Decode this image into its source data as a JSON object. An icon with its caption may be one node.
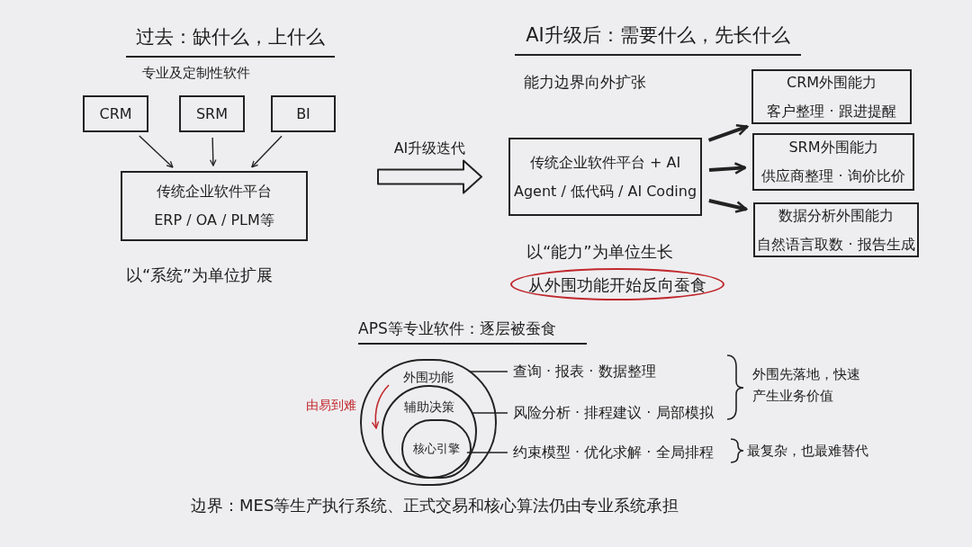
{
  "diagram": {
    "nodes": [
      {
        "text": [
          "CRM"
        ]
      },
      {
        "text": [
          "SRM"
        ]
      },
      {
        "text": [
          "BI"
        ]
      },
      {
        "text": [
          "传统企业软件平台",
          "ERP / OA / PLM等"
        ]
      },
      {
        "text": [
          "传统企业软件平台 + AI",
          "Agent / 低代码 / AI Coding"
        ]
      },
      {
        "text": [
          "CRM外围能力",
          "客户整理 · 跟进提醒"
        ]
      },
      {
        "text": [
          "SRM外围能力",
          "供应商整理 · 询价比价"
        ]
      },
      {
        "text": [
          "数据分析外围能力",
          "自然语言取数 · 报告生成"
        ]
      },
      {
        "text": [
          "从外围功能开始反向蚕食"
        ]
      },
      {
        "text": [
          "外围功能"
        ]
      },
      {
        "text": [
          "辅助决策"
        ],
        "in": 9
      },
      {
        "text": [
          "核心引擎"
        ],
        "in": 10
      },
      {
        "text": [
          "查询 · 报表 · 数据整理"
        ]
      },
      {
        "text": [
          "风险分析 · 排程建议 · 局部模拟"
        ]
      },
      {
        "text": [
          "约束模型 · 优化求解 · 全局排程"
        ]
      }
    ],
    "edges": [
      {
        "from": 0,
        "to": 3,
        "arrow": "to"
      },
      {
        "from": 1,
        "to": 3,
        "arrow": "to"
      },
      {
        "from": 2,
        "to": 3,
        "arrow": "to"
      },
      {
        "from": 3,
        "to": 4,
        "arrow": "to",
        "label": "AI升级迭代",
        "style": "thick"
      },
      {
        "from": 4,
        "to": 5,
        "arrow": "to",
        "style": "thick"
      },
      {
        "from": 4,
        "to": 6,
        "arrow": "to",
        "style": "thick"
      },
      {
        "from": 4,
        "to": 7,
        "arrow": "to",
        "style": "thick"
      },
      {
        "from": 9,
        "to": 12,
        "arrow": "none"
      },
      {
        "from": 10,
        "to": 13,
        "arrow": "none"
      },
      {
        "from": 11,
        "to": 14,
        "arrow": "none"
      }
    ],
    "labels": [
      "过去：缺什么，上什么",
      "AI升级后：需要什么，先长什么",
      "专业及定制性软件",
      "能力边界向外扩张",
      "以“系统”为单位扩展",
      "以“能力”为单位生长",
      "APS等专业软件：逐层被蚕食",
      "由易到难",
      "外围先落地，快速产生业务价值",
      "最复杂，也最难替代",
      "边界：MES等生产执行系统、正式交易和核心算法仍由专业系统承担"
    ]
  }
}
